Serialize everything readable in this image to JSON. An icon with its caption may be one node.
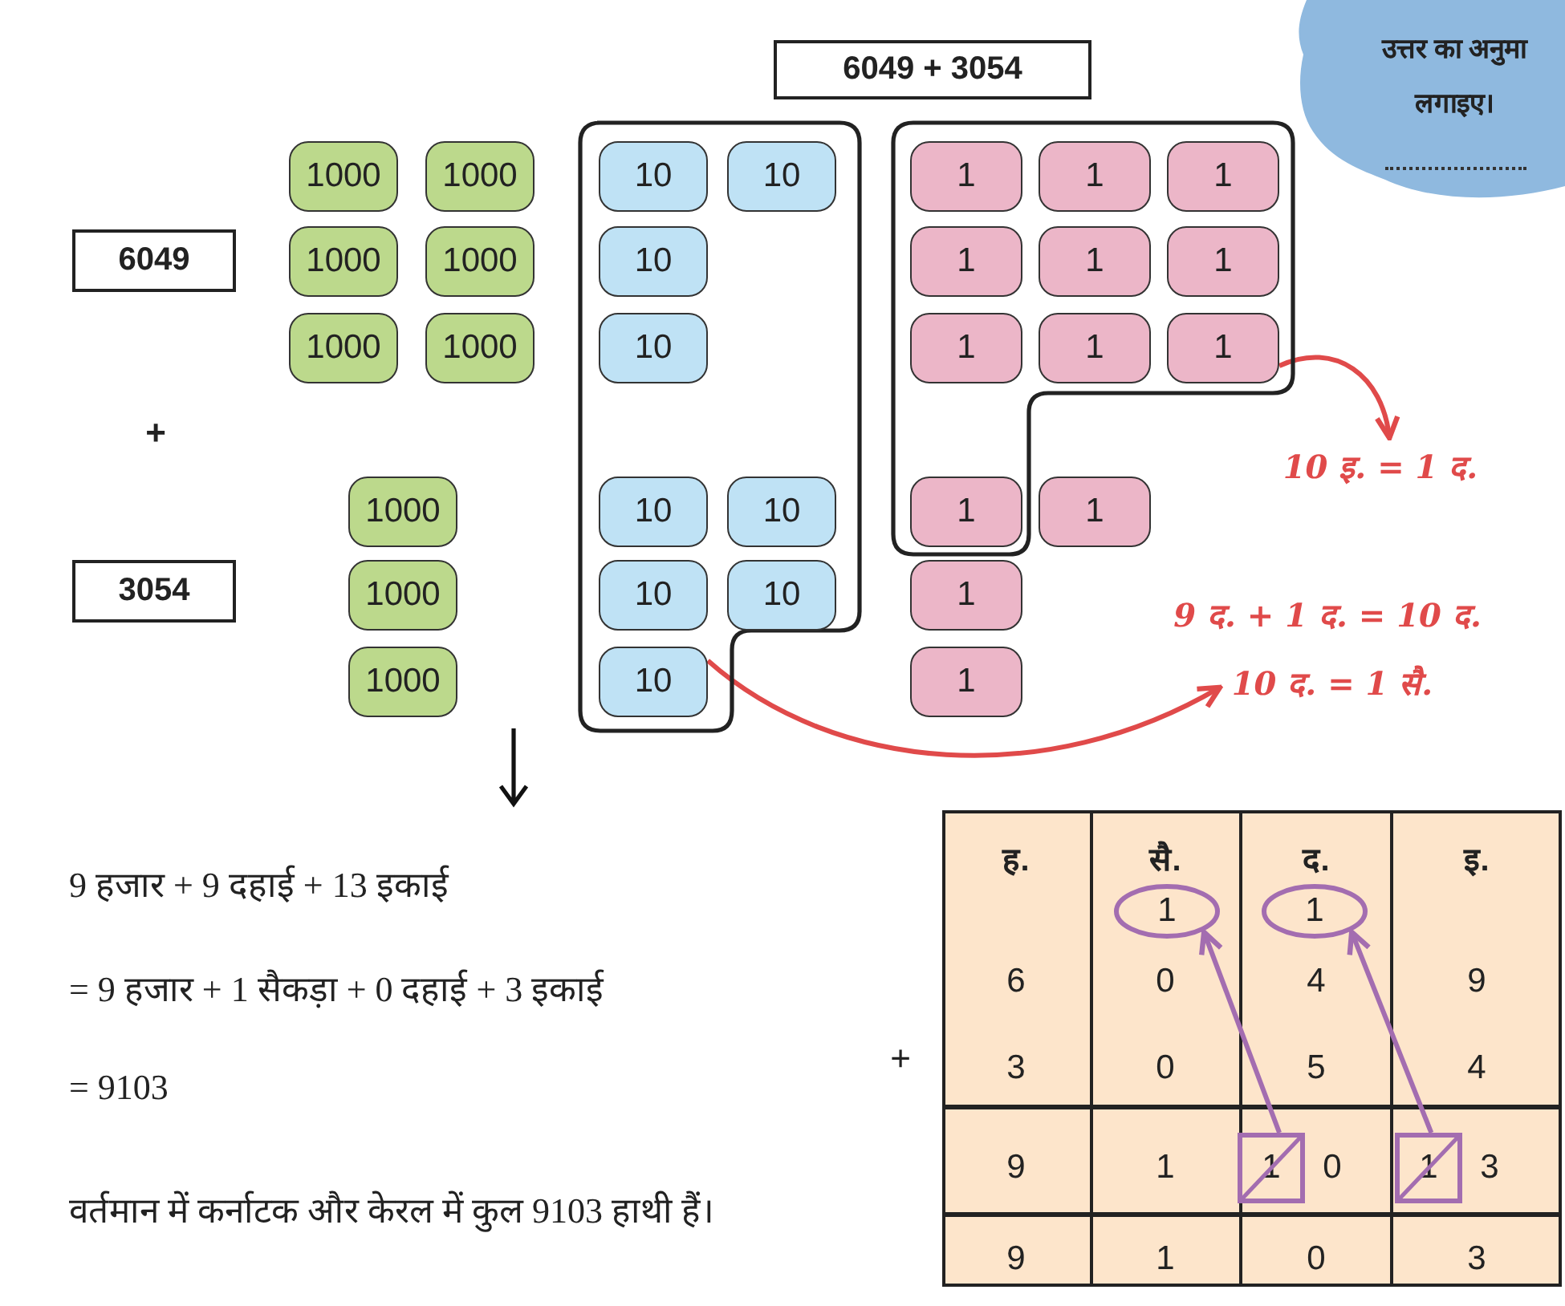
{
  "diagram": {
    "nodes": [
      {
        "text": [
          "6049 + 3054"
        ]
      },
      {
        "text": [
          "6049"
        ]
      },
      {
        "text": [
          "3054"
        ]
      },
      {
        "text": [
          "1000"
        ]
      },
      {
        "text": [
          "1000"
        ]
      },
      {
        "text": [
          "1000"
        ]
      },
      {
        "text": [
          "1000"
        ]
      },
      {
        "text": [
          "1000"
        ]
      },
      {
        "text": [
          "1000"
        ]
      },
      {
        "text": [
          "1000"
        ]
      },
      {
        "text": [
          "1000"
        ]
      },
      {
        "text": [
          "1000"
        ]
      },
      {
        "text": [],
        "shape": "box"
      },
      {
        "text": [
          "10"
        ],
        "in": 12
      },
      {
        "text": [
          "10"
        ],
        "in": 12
      },
      {
        "text": [
          "10"
        ],
        "in": 12
      },
      {
        "text": [
          "10"
        ],
        "in": 12
      },
      {
        "text": [
          "10"
        ],
        "in": 12
      },
      {
        "text": [
          "10"
        ],
        "in": 12
      },
      {
        "text": [
          "10"
        ],
        "in": 12
      },
      {
        "text": [
          "10"
        ],
        "in": 12
      },
      {
        "text": [
          "10"
        ],
        "in": 12
      },
      {
        "text": [],
        "shape": "box"
      },
      {
        "text": [
          "1"
        ],
        "in": 22
      },
      {
        "text": [
          "1"
        ],
        "in": 22
      },
      {
        "text": [
          "1"
        ],
        "in": 22
      },
      {
        "text": [
          "1"
        ],
        "in": 22
      },
      {
        "text": [
          "1"
        ],
        "in": 22
      },
      {
        "text": [
          "1"
        ],
        "in": 22
      },
      {
        "text": [
          "1"
        ],
        "in": 22
      },
      {
        "text": [
          "1"
        ],
        "in": 22
      },
      {
        "text": [
          "1"
        ],
        "in": 22
      },
      {
        "text": [
          "1"
        ],
        "in": 22
      },
      {
        "text": [
          "1"
        ]
      },
      {
        "text": [
          "1"
        ]
      },
      {
        "text": [
          "1"
        ]
      },
      {
        "text": [
          "उत्तर का अनुमा लगाइए।"
        ]
      },
      {
        "text": [
          "10 इ. = 1 द."
        ]
      },
      {
        "text": [
          "10 द. = 1 सै."
        ]
      },
      {
        "text": [
          "1"
        ]
      },
      {
        "text": [
          "1"
        ]
      },
      {
        "text": [
          "1"
        ],
        "beside": [
          "0"
        ]
      },
      {
        "text": [
          "1"
        ],
        "beside": [
          "3"
        ]
      }
    ],
    "edges": [
      {
        "from": 31,
        "to": 37,
        "arrow": "to",
        "color": "#e04a4a"
      },
      {
        "from": 21,
        "to": 38,
        "arrow": "to",
        "color": "#e04a4a"
      },
      {
        "from": 41,
        "to": 39,
        "arrow": "to",
        "color": "#a36db0"
      },
      {
        "from": 42,
        "to": 40,
        "arrow": "to",
        "color": "#a36db0"
      }
    ],
    "labels": [
      "+",
      "9 द. + 1 द. = 10 द.",
      "9 हजार + 9 दहाई + 13 इकाई",
      "= 9 हजार + 1 सैकड़ा + 0 दहाई + 3 इकाई",
      "= 9103",
      "वर्तमान में कर्नाटक और केरल में कुल 9103 हाथी हैं।",
      "+",
      "ह.",
      "सै.",
      "द.",
      "इ.",
      "6",
      "0",
      "4",
      "9",
      "3",
      "0",
      "5",
      "4",
      "9",
      "1",
      "9",
      "1",
      "0",
      "3"
    ]
  }
}
